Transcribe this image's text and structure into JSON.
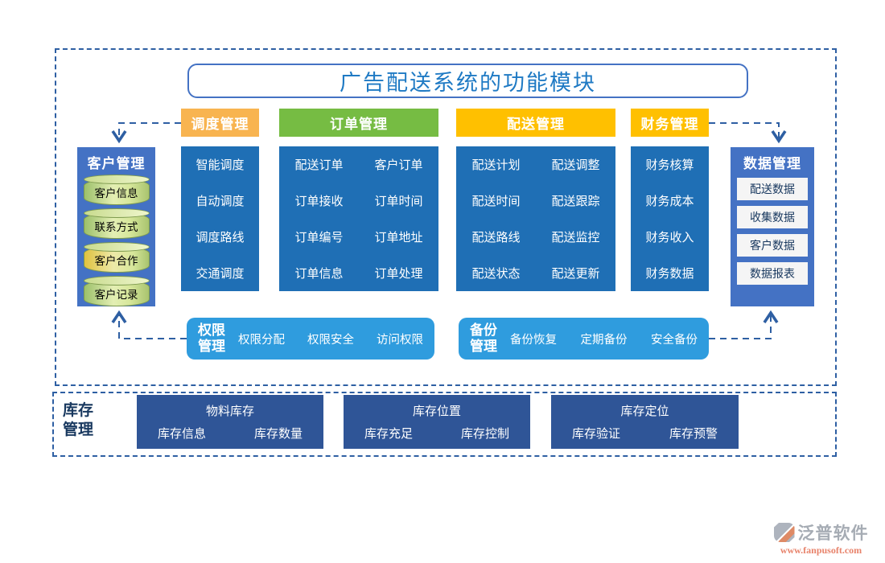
{
  "title": "广告配送系统的功能模块",
  "headers": {
    "dispatch": "调度管理",
    "order": "订单管理",
    "delivery": "配送管理",
    "finance": "财务管理"
  },
  "customer_panel": {
    "title": "客户管理",
    "items": [
      "客户信息",
      "联系方式",
      "客户合作",
      "客户记录"
    ]
  },
  "data_panel": {
    "title": "数据管理",
    "items": [
      "配送数据",
      "收集数据",
      "客户数据",
      "数据报表"
    ]
  },
  "columns": {
    "dispatch": [
      "智能调度",
      "自动调度",
      "调度路线",
      "交通调度"
    ],
    "order": [
      [
        "配送订单",
        "客户订单"
      ],
      [
        "订单接收",
        "订单时间"
      ],
      [
        "订单编号",
        "订单地址"
      ],
      [
        "订单信息",
        "订单处理"
      ]
    ],
    "delivery": [
      [
        "配送计划",
        "配送调整"
      ],
      [
        "配送时间",
        "配送跟踪"
      ],
      [
        "配送路线",
        "配送监控"
      ],
      [
        "配送状态",
        "配送更新"
      ]
    ],
    "finance": [
      "财务核算",
      "财务成本",
      "财务收入",
      "财务数据"
    ]
  },
  "permission_box": {
    "title": "权限管理",
    "items": [
      "权限分配",
      "权限安全",
      "访问权限"
    ]
  },
  "backup_box": {
    "title": "备份管理",
    "items": [
      "备份恢复",
      "定期备份",
      "安全备份"
    ]
  },
  "inventory": {
    "title": "库存管理",
    "groups": [
      {
        "title": "物料库存",
        "items": [
          "库存信息",
          "库存数量"
        ]
      },
      {
        "title": "库存位置",
        "items": [
          "库存充足",
          "库存控制"
        ]
      },
      {
        "title": "库存定位",
        "items": [
          "库存验证",
          "库存预警"
        ]
      }
    ]
  },
  "logo": {
    "name": "泛普软件",
    "url": "www.fanpusoft.com"
  },
  "colors": {
    "column_blue": "#1F6FB5",
    "panel_blue": "#4472C4",
    "navy": "#2F5597",
    "header_orange": "#F8B450",
    "header_green": "#76BC43",
    "header_gold": "#FFC000",
    "round_box_blue": "#2F9CDE",
    "wire_blue": "#2E5FA3",
    "title_blue": "#1F7AC4"
  }
}
